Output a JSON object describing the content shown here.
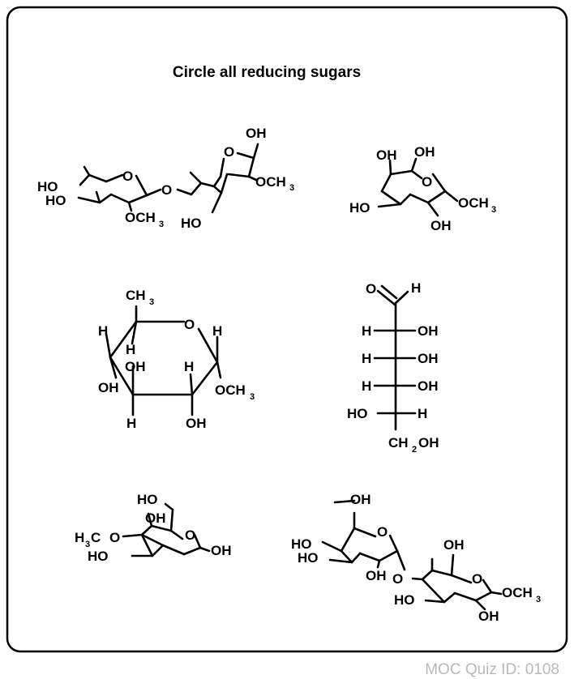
{
  "quiz": {
    "title": "Circle all reducing sugars",
    "footer": "MOC Quiz ID: 0108"
  },
  "labels": {
    "OH": "OH",
    "HO": "HO",
    "O": "O",
    "H": "H",
    "OCH": "OCH",
    "CH": "CH",
    "H3C": "H",
    "C": "C",
    "three": "3",
    "two": "2",
    "CH2OH_tail": "OH"
  },
  "molecules": [
    {
      "id": "disaccharide-6-deoxy-methylated"
    },
    {
      "id": "methyl-galactoside"
    },
    {
      "id": "methyl-rhamnoside-chair"
    },
    {
      "id": "open-chain-aldohexose-fischer"
    },
    {
      "id": "3-O-methyl-mannose"
    },
    {
      "id": "methyl-disaccharide-glycoside"
    }
  ]
}
